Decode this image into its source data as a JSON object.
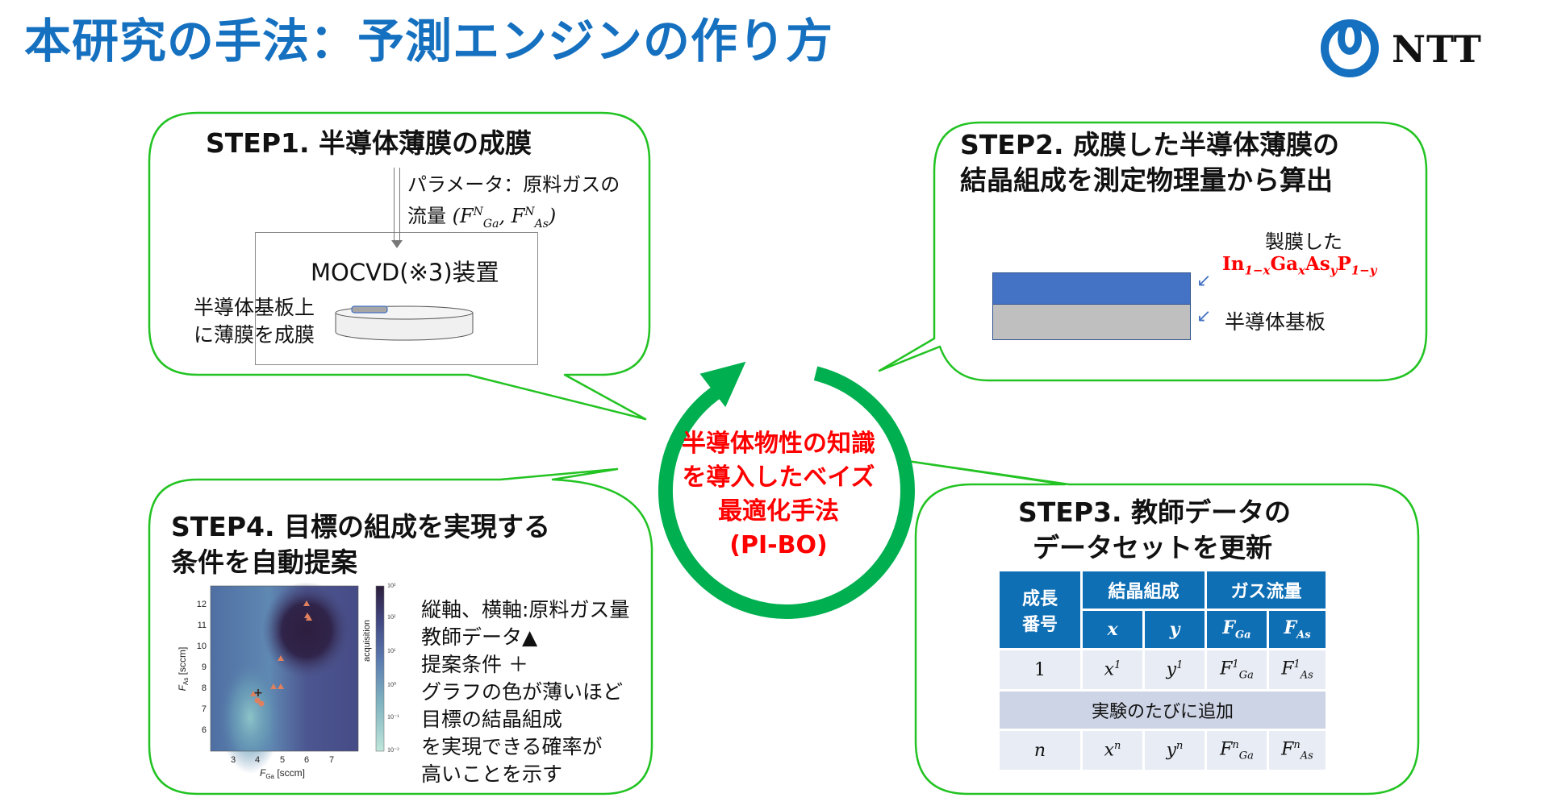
{
  "header": {
    "title": "本研究の手法：予測エンジンの作り方",
    "logo_text": "NTT",
    "brand_color": "#1570c0"
  },
  "step1": {
    "title": "STEP1. 半導体薄膜の成膜",
    "param_line1": "パラメータ：原料ガスの",
    "param_line2_prefix": "流量",
    "param_math": "(F^N_Ga, F^N_As)",
    "apparatus_label": "MOCVD(※3)装置",
    "substrate_line1": "半導体基板上",
    "substrate_line2": "に薄膜を成膜"
  },
  "step2": {
    "title_line1": "STEP2. 成膜した半導体薄膜の",
    "title_line2": "結晶組成を測定物理量から算出",
    "film_caption": "製膜した",
    "formula": "In1−xGaxAsyP1−y",
    "substrate_label": "半導体基板",
    "film_color": "#4472c4",
    "substrate_color": "#bfbfbf"
  },
  "center": {
    "line1": "半導体物性の知識",
    "line2": "を導入したベイズ",
    "line3": "最適化手法",
    "line4": "(PI-BO)",
    "text_color": "#ff0000",
    "ring_color": "#00b050"
  },
  "step3": {
    "title_line1": "STEP3. 教師データの",
    "title_line2": "データセットを更新",
    "table": {
      "header_growth": "成長番号",
      "header_growth_l1": "成長",
      "header_growth_l2": "番号",
      "header_composition": "結晶組成",
      "header_gasflow": "ガス流量",
      "sub_x": "x",
      "sub_y": "y",
      "sub_fga": "F",
      "sub_fga_sub": "Ga",
      "sub_fas": "F",
      "sub_fas_sub": "As",
      "rows": [
        {
          "id": "1",
          "x": "x",
          "x_sup": "1",
          "y": "y",
          "y_sup": "1",
          "fga_sup": "1",
          "fas_sup": "1"
        },
        {
          "id": "n",
          "x": "x",
          "x_sup": "n",
          "y": "y",
          "y_sup": "n",
          "fga_sup": "n",
          "fas_sup": "n"
        }
      ],
      "add_row_label": "実験のたびに追加"
    }
  },
  "step4": {
    "title_line1": "STEP4. 目標の組成を実現する",
    "title_line2": "条件を自動提案",
    "description": [
      "縦軸、横軸:原料ガス量",
      "教師データ▲",
      "提案条件 ＋",
      "グラフの色が薄いほど",
      "目標の結晶組成",
      "を実現できる確率が",
      "高いことを示す"
    ]
  },
  "chart_data": {
    "type": "heatmap",
    "title": "",
    "xlabel": "F_Ga [sccm]",
    "ylabel": "F_As [sccm]",
    "x_ticks": [
      3,
      4,
      5,
      6,
      7
    ],
    "y_ticks": [
      6,
      7,
      8,
      9,
      10,
      11,
      12
    ],
    "xlim": [
      2.0,
      8.0
    ],
    "ylim": [
      5.0,
      12.9
    ],
    "colorbar": {
      "label": "acquisition",
      "scale": "log",
      "ticks": [
        "10^-2",
        "10^-1",
        "10^0",
        "10^1",
        "10^2",
        "10^3"
      ],
      "range": [
        0.01,
        1000
      ]
    },
    "training_points": [
      {
        "x": 6.0,
        "y": 11.2
      },
      {
        "x": 6.0,
        "y": 10.6
      },
      {
        "x": 6.05,
        "y": 10.5
      },
      {
        "x": 4.9,
        "y": 8.6
      },
      {
        "x": 4.6,
        "y": 7.2
      },
      {
        "x": 4.9,
        "y": 7.2
      },
      {
        "x": 3.8,
        "y": 6.8
      },
      {
        "x": 4.1,
        "y": 6.5
      },
      {
        "x": 4.2,
        "y": 6.4
      }
    ],
    "proposed_point": {
      "x": 4.1,
      "y": 6.75
    },
    "legend": {
      "training": "教師データ▲",
      "proposed": "提案条件 ＋"
    }
  }
}
